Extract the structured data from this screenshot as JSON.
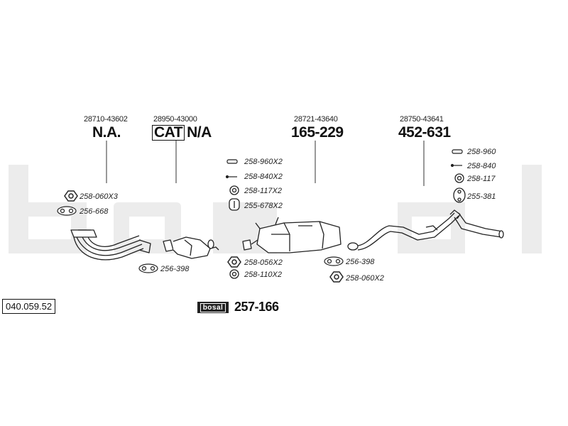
{
  "catalog_number": "040.059.52",
  "watermark": "bosal",
  "sections": [
    {
      "oe": "28710-43602",
      "part": "N.A."
    },
    {
      "oe": "28950-43000",
      "cat_label": "CAT",
      "part": "N/A"
    },
    {
      "oe": "28721-43640",
      "part": "165-229"
    },
    {
      "oe": "28750-43641",
      "part": "452-631"
    }
  ],
  "fittings": {
    "s1_nut": "258-060X3",
    "s1_gasket": "256-668",
    "s2_gasket": "256-398",
    "mid_clamp_a": "258-960X2",
    "mid_bolt_a": "258-840X2",
    "mid_washer_a": "258-117X2",
    "mid_hanger": "255-678X2",
    "mid_nut_b": "258-056X2",
    "mid_washer_b": "258-110X2",
    "s3_gasket": "256-398",
    "s3_nut": "258-060X2",
    "r_clamp": "258-960",
    "r_bolt": "258-840",
    "r_washer": "258-117",
    "r_hanger": "255-381"
  },
  "kit": {
    "logo": "bosal",
    "number": "257-166"
  }
}
